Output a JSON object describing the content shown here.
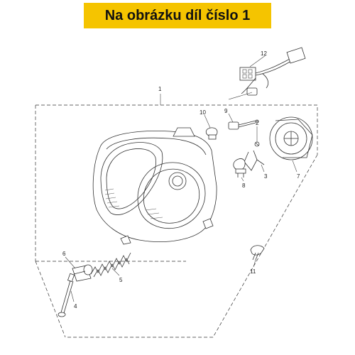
{
  "banner": {
    "text": "Na obrázku díl číslo 1",
    "color": "#f5c400"
  },
  "callouts": {
    "c1": "1",
    "c2": "2",
    "c3": "3",
    "c4": "4",
    "c5": "5",
    "c6": "6",
    "c7": "7",
    "c8": "8",
    "c9": "9",
    "c10": "10",
    "c11": "11",
    "c12": "12"
  }
}
